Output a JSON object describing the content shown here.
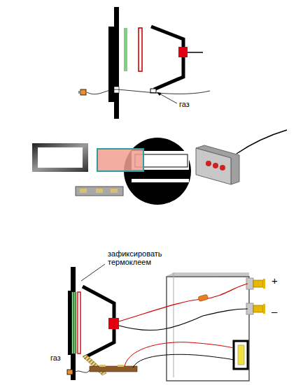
{
  "diagram": {
    "labels": [
      "газ",
      "зафиксировать термоклеем",
      "газ",
      "+",
      "–"
    ]
  }
}
